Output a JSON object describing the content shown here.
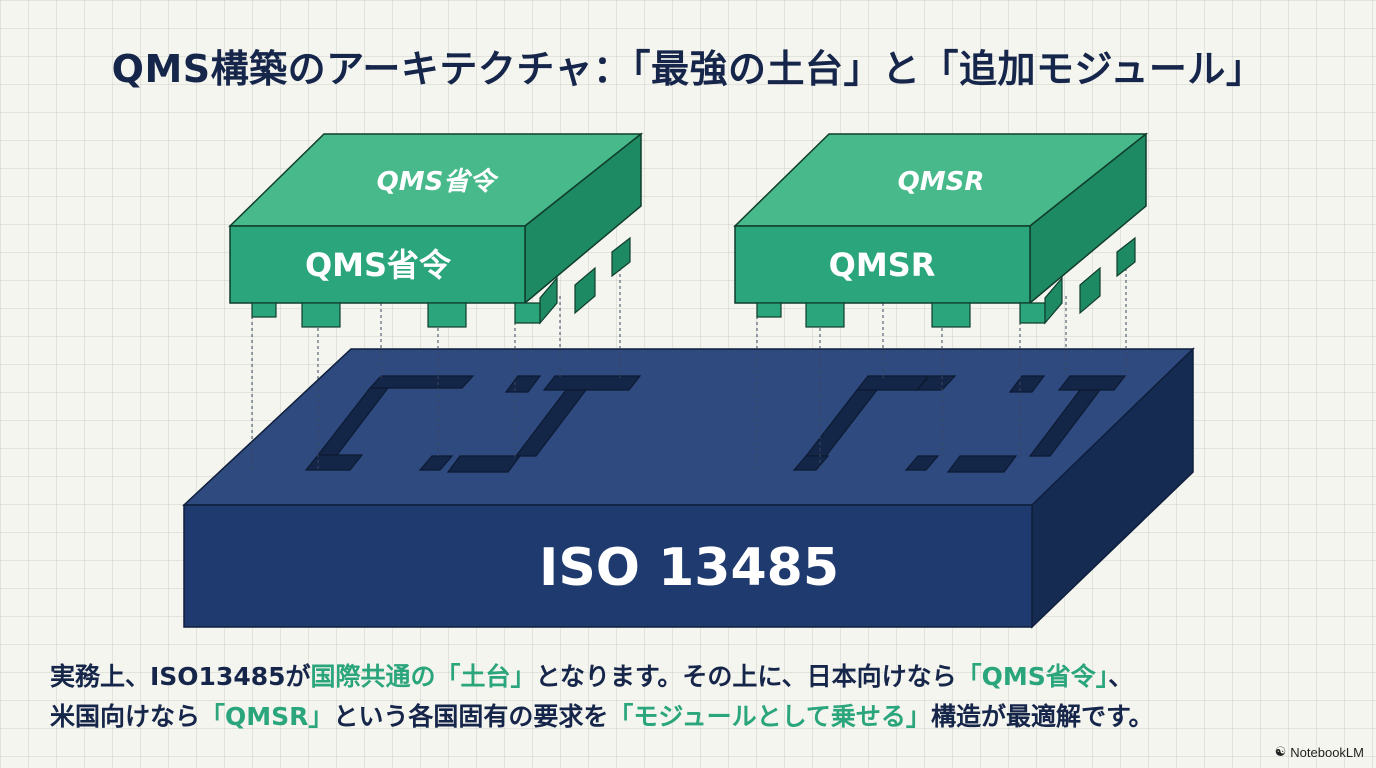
{
  "title": "QMS構築のアーキテクチャ：「最強の土台」と「追加モジュール」",
  "modules": [
    {
      "top_label": "QMS省令",
      "front_label": "QMS省令"
    },
    {
      "top_label": "QMSR",
      "front_label": "QMSR"
    }
  ],
  "base": {
    "label": "ISO 13485"
  },
  "caption": {
    "line1": [
      {
        "text": "実務上、ISO13485が",
        "em": false
      },
      {
        "text": "国際共通の「土台」",
        "em": true
      },
      {
        "text": "となります。その上に、日本向けなら",
        "em": false
      },
      {
        "text": "「QMS省令」",
        "em": true
      },
      {
        "text": "、",
        "em": false
      }
    ],
    "line2": [
      {
        "text": "米国向けなら",
        "em": false
      },
      {
        "text": "「QMSR」",
        "em": true
      },
      {
        "text": "という各国固有の要求を",
        "em": false
      },
      {
        "text": "「モジュールとして乗せる」",
        "em": true
      },
      {
        "text": "構造が最適解です。",
        "em": false
      }
    ]
  },
  "brand": {
    "icon": "notebooklm-icon",
    "label": "NotebookLM"
  },
  "colors": {
    "module_top": "#48b98a",
    "module_front": "#2aa57c",
    "module_side": "#1e8a63",
    "base_top": "#2f4a7e",
    "base_front": "#1f3a6f",
    "base_side": "#162b52",
    "text_dark": "#16264a",
    "accent": "#2aa57c"
  }
}
